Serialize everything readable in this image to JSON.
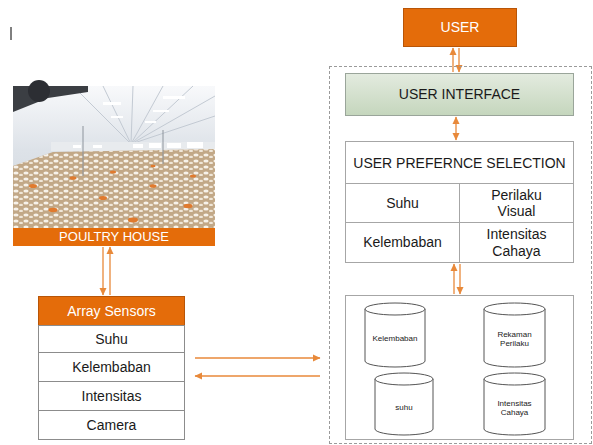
{
  "diagram": {
    "nodes": [
      {
        "text": [
          "USER"
        ]
      },
      {
        "text": []
      },
      {
        "text": [
          "USER INTERFACE"
        ],
        "in": 1
      },
      {
        "text": [
          "USER PREFERNCE SELECTION"
        ],
        "in": 1
      },
      {
        "text": [
          "Suhu"
        ],
        "in": 3
      },
      {
        "text": [
          "Perilaku Visual"
        ],
        "in": 3
      },
      {
        "text": [
          "Kelembaban"
        ],
        "in": 3
      },
      {
        "text": [
          "Intensitas Cahaya"
        ],
        "in": 3
      },
      {
        "text": [],
        "in": 1
      },
      {
        "text": [
          "Kelembaban"
        ],
        "in": 8
      },
      {
        "text": [
          "Rekaman Perilaku"
        ],
        "in": 8
      },
      {
        "text": [
          "suhu"
        ],
        "in": 8
      },
      {
        "text": [
          "Intensitas Cahaya"
        ],
        "in": 8
      },
      {
        "text": [
          "POULTRY HOUSE"
        ]
      },
      {
        "text": [
          "Array Sensors"
        ]
      },
      {
        "text": [
          "Suhu"
        ],
        "in": 14
      },
      {
        "text": [
          "Kelembaban"
        ],
        "in": 14
      },
      {
        "text": [
          "Intensitas"
        ],
        "in": 14
      },
      {
        "text": [
          "Camera"
        ],
        "in": 14
      }
    ],
    "edges": [
      {
        "from": 0,
        "to": 2,
        "arrow": "to"
      },
      {
        "from": 2,
        "to": 0,
        "arrow": "to"
      },
      {
        "from": 2,
        "to": 3,
        "arrow": "both"
      },
      {
        "from": 3,
        "to": 8,
        "arrow": "to"
      },
      {
        "from": 8,
        "to": 3,
        "arrow": "to"
      },
      {
        "from": 13,
        "to": 14,
        "arrow": "to"
      },
      {
        "from": 14,
        "to": 13,
        "arrow": "to"
      },
      {
        "from": 14,
        "to": 1,
        "arrow": "to"
      },
      {
        "from": 1,
        "to": 14,
        "arrow": "to"
      }
    ]
  }
}
